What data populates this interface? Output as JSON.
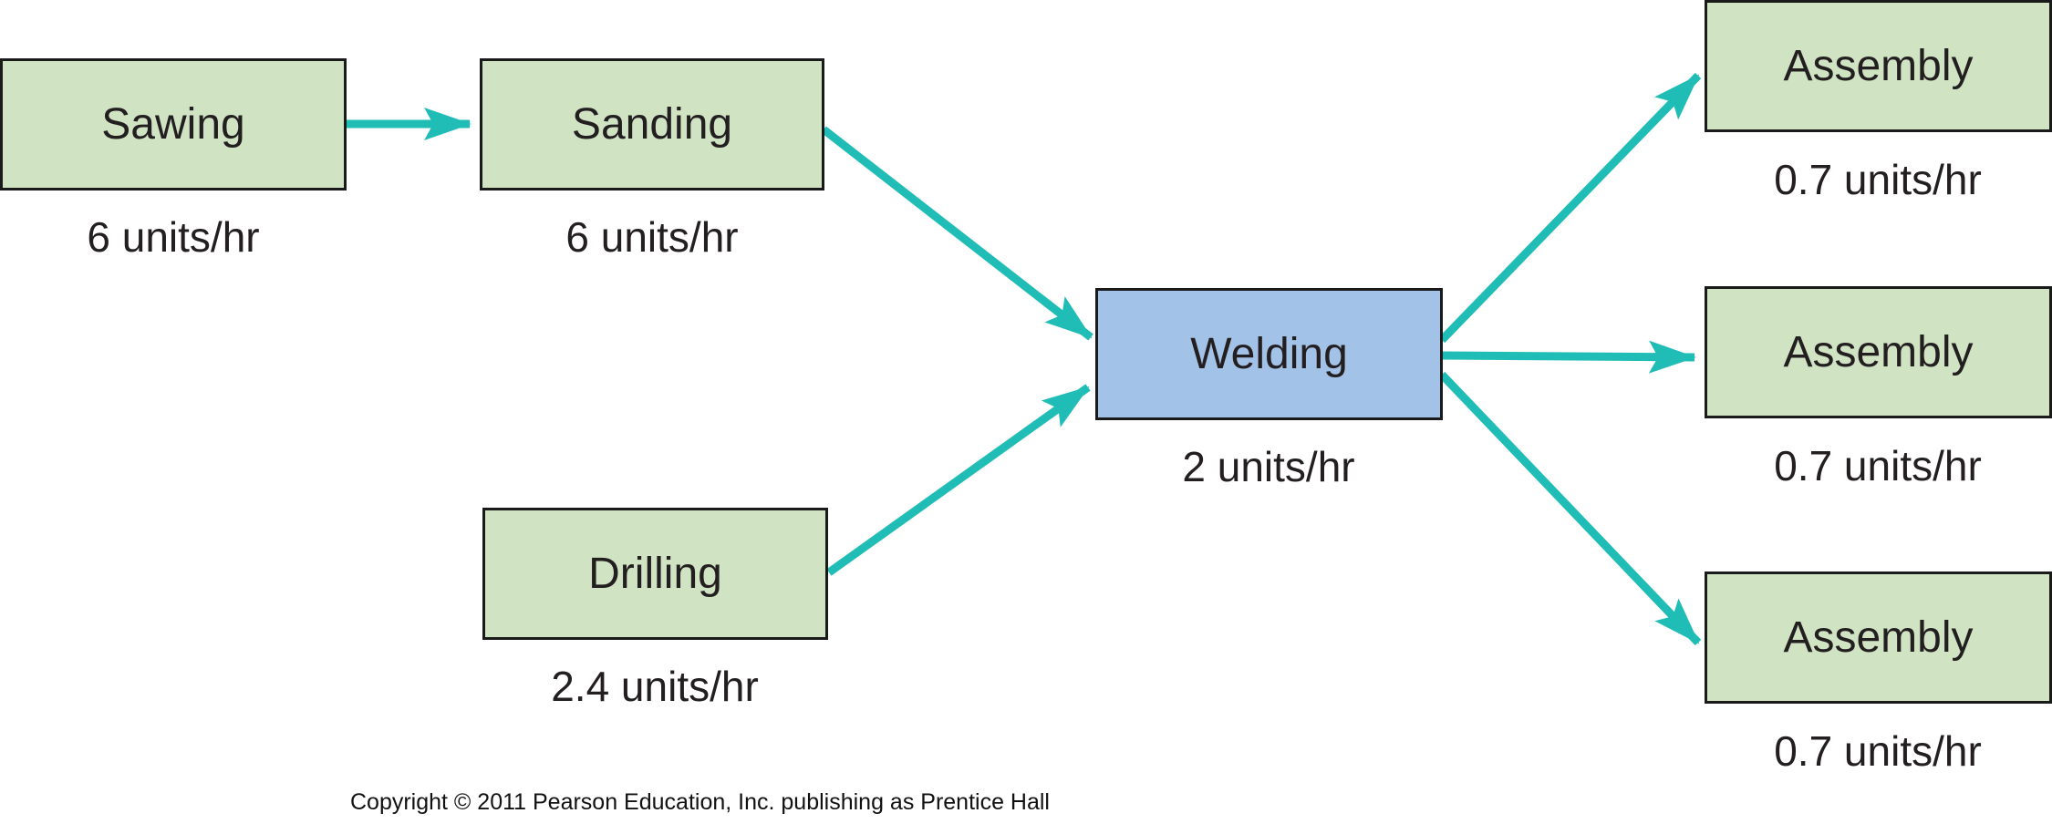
{
  "colors": {
    "arrow": "#20bdb6",
    "process_fill": "#d0e4c4",
    "bottleneck_fill": "#a3c2e8",
    "border": "#1a1a1a"
  },
  "stations": {
    "sawing": {
      "label": "Sawing",
      "rate": "6 units/hr"
    },
    "sanding": {
      "label": "Sanding",
      "rate": "6 units/hr"
    },
    "drilling": {
      "label": "Drilling",
      "rate": "2.4 units/hr"
    },
    "welding": {
      "label": "Welding",
      "rate": "2 units/hr"
    },
    "assembly_1": {
      "label": "Assembly",
      "rate": "0.7 units/hr"
    },
    "assembly_2": {
      "label": "Assembly",
      "rate": "0.7 units/hr"
    },
    "assembly_3": {
      "label": "Assembly",
      "rate": "0.7 units/hr"
    }
  },
  "flows": [
    {
      "from": "sawing",
      "to": "sanding"
    },
    {
      "from": "sanding",
      "to": "welding"
    },
    {
      "from": "drilling",
      "to": "welding"
    },
    {
      "from": "welding",
      "to": "assembly_1"
    },
    {
      "from": "welding",
      "to": "assembly_2"
    },
    {
      "from": "welding",
      "to": "assembly_3"
    }
  ],
  "footer": {
    "copyright": "Copyright © 2011 Pearson Education, Inc. publishing as Prentice Hall"
  }
}
